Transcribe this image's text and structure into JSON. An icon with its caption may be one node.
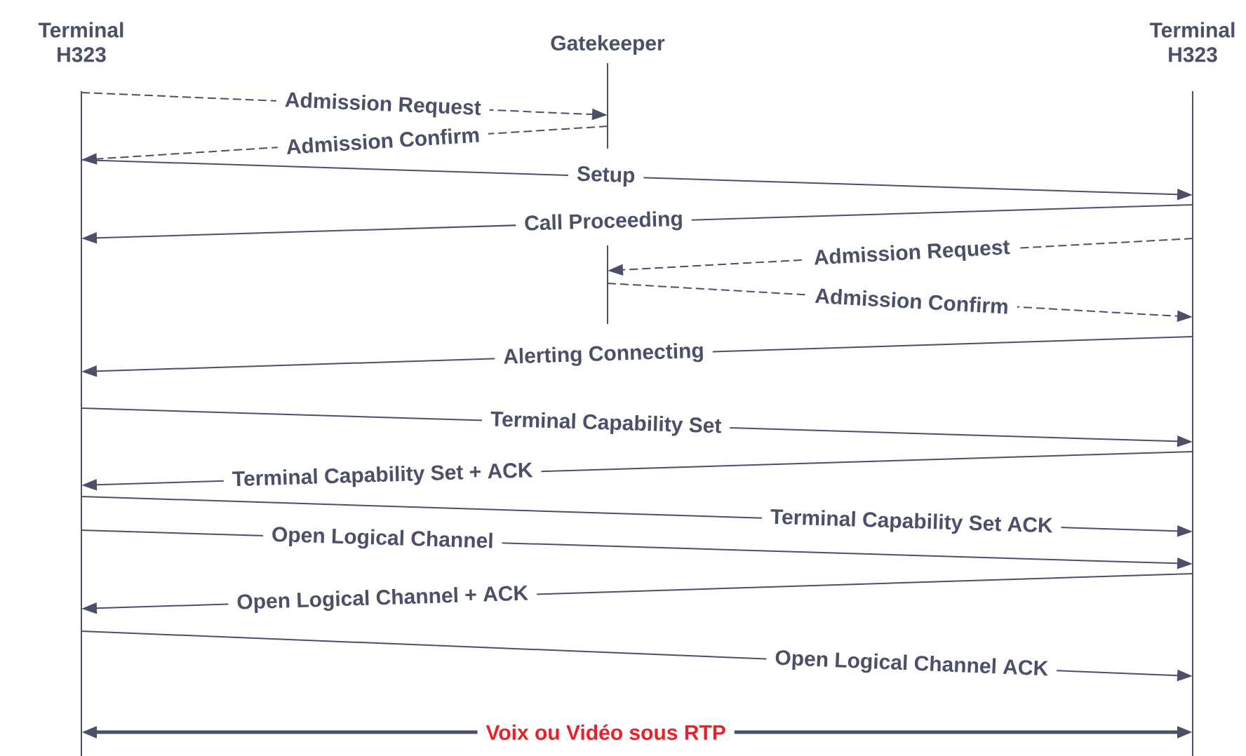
{
  "diagram": {
    "nodes": [
      {
        "text": [
          "Terminal H323"
        ]
      },
      {
        "text": [
          "Gatekeeper"
        ]
      },
      {
        "text": [
          "Terminal H323"
        ]
      },
      {
        "text": [],
        "shape": "bar"
      }
    ],
    "edges": [
      {
        "from": 0,
        "to": 1,
        "arrow": "to",
        "label": "Admission Request",
        "style": "dashed"
      },
      {
        "from": 1,
        "to": 0,
        "arrow": "to",
        "label": "Admission Confirm",
        "style": "dashed"
      },
      {
        "from": 0,
        "to": 2,
        "arrow": "to",
        "label": "Setup"
      },
      {
        "from": 2,
        "to": 0,
        "arrow": "to",
        "label": "Call Proceeding"
      },
      {
        "from": 2,
        "to": 3,
        "arrow": "to",
        "label": "Admission Request",
        "style": "dashed"
      },
      {
        "from": 3,
        "to": 2,
        "arrow": "to",
        "label": "Admission Confirm",
        "style": "dashed"
      },
      {
        "from": 2,
        "to": 0,
        "arrow": "to",
        "label": "Alerting Connecting"
      },
      {
        "from": 0,
        "to": 2,
        "arrow": "to",
        "label": "Terminal Capability Set"
      },
      {
        "from": 2,
        "to": 0,
        "arrow": "to",
        "label": "Terminal Capability Set + ACK"
      },
      {
        "from": 0,
        "to": 2,
        "arrow": "to",
        "label": "Terminal Capability Set ACK"
      },
      {
        "from": 0,
        "to": 2,
        "arrow": "to",
        "label": "Open Logical Channel"
      },
      {
        "from": 2,
        "to": 0,
        "arrow": "to",
        "label": "Open Logical Channel + ACK"
      },
      {
        "from": 0,
        "to": 2,
        "arrow": "to",
        "label": "Open Logical Channel ACK"
      },
      {
        "from": 0,
        "to": 2,
        "arrow": "both",
        "label": "Voix ou Vidéo sous RTP",
        "style": "thick"
      }
    ]
  }
}
